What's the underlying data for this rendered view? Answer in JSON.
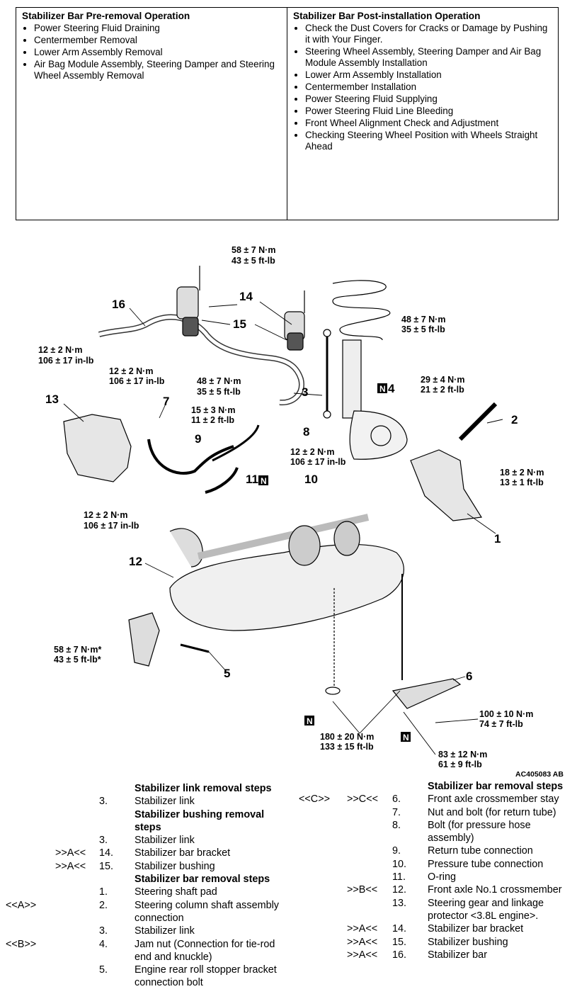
{
  "pre_removal": {
    "title": "Stabilizer Bar Pre-removal Operation",
    "items": [
      "Power Steering Fluid Draining",
      "Centermember Removal",
      "Lower Arm Assembly Removal",
      "Air Bag Module Assembly, Steering Damper and Steering Wheel Assembly Removal"
    ]
  },
  "post_install": {
    "title": "Stabilizer Bar Post-installation Operation",
    "items": [
      "Check the Dust Covers for Cracks or Damage by Pushing it with Your Finger.",
      "Steering Wheel Assembly, Steering Damper and Air Bag Module Assembly Installation",
      "Lower Arm Assembly Installation",
      "Centermember Installation",
      "Power Steering Fluid Supplying",
      "Power Steering Fluid Line Bleeding",
      "Front Wheel Alignment Check and Adjustment",
      "Checking Steering Wheel Position with Wheels Straight Ahead"
    ]
  },
  "diagram": {
    "torques": {
      "t58_top": [
        "58 ± 7 N·m",
        "43 ± 5 ft-lb"
      ],
      "t48_right": [
        "48 ± 7 N·m",
        "35 ± 5 ft-lb"
      ],
      "t12_left": [
        "12 ± 2 N·m",
        "106 ± 17 in-lb"
      ],
      "t12_mid": [
        "12 ± 2 N·m",
        "106 ± 17 in-lb"
      ],
      "t48_mid": [
        "48 ± 7 N·m",
        "35 ± 5 ft-lb"
      ],
      "t29": [
        "29 ± 4 N·m",
        "21 ± 2 ft-lb"
      ],
      "t15": [
        "15 ± 3 N·m",
        "11 ± 2 ft-lb"
      ],
      "t12_8": [
        "12 ± 2 N·m",
        "106 ± 17 in-lb"
      ],
      "t18": [
        "18 ± 2 N·m",
        "13 ± 1 ft-lb"
      ],
      "t12_low": [
        "12 ± 2 N·m",
        "106 ± 17 in-lb"
      ],
      "t58_low": [
        "58 ± 7 N·m*",
        "43 ± 5 ft-lb*"
      ],
      "t100": [
        "100 ± 10 N·m",
        "74 ± 7 ft-lb"
      ],
      "t180": [
        "180 ± 20 N·m",
        "133 ± 15 ft-lb"
      ],
      "t83": [
        "83 ± 12 N·m",
        "61 ± 9 ft-lb"
      ]
    },
    "callouts": [
      "1",
      "2",
      "3",
      "4",
      "5",
      "6",
      "7",
      "8",
      "9",
      "10",
      "11",
      "12",
      "13",
      "14",
      "15",
      "16"
    ],
    "n_mark": "N",
    "code": "AC405083 AB"
  },
  "left_steps": [
    {
      "ref": "",
      "sym": "",
      "num": "",
      "text": "Stabilizer link removal steps",
      "head": true
    },
    {
      "ref": "",
      "sym": "",
      "num": "3.",
      "text": "Stabilizer link"
    },
    {
      "ref": "",
      "sym": "",
      "num": "",
      "text": "Stabilizer bushing removal steps",
      "head": true,
      "tall": true
    },
    {
      "ref": "",
      "sym": "",
      "num": "3.",
      "text": "Stabilizer link"
    },
    {
      "ref": "",
      "sym": ">>A<<",
      "num": "14.",
      "text": "Stabilizer bar bracket"
    },
    {
      "ref": "",
      "sym": ">>A<<",
      "num": "15.",
      "text": "Stabilizer bushing"
    },
    {
      "ref": "",
      "sym": "",
      "num": "",
      "text": "Stabilizer bar removal steps",
      "head": true
    },
    {
      "ref": "",
      "sym": "",
      "num": "1.",
      "text": "Steering shaft pad"
    },
    {
      "ref": "<<A>>",
      "sym": "",
      "num": "2.",
      "text": "Steering column shaft assembly connection",
      "tall": true
    },
    {
      "ref": "",
      "sym": "",
      "num": "3.",
      "text": "Stabilizer link"
    },
    {
      "ref": "<<B>>",
      "sym": "",
      "num": "4.",
      "text": "Jam nut (Connection for tie-rod end and knuckle)",
      "tall": true
    },
    {
      "ref": "",
      "sym": "",
      "num": "5.",
      "text": "Engine rear roll stopper bracket connection bolt",
      "tall": true
    }
  ],
  "right_steps": [
    {
      "ref": "",
      "sym": "",
      "num": "",
      "text": "Stabilizer bar removal steps",
      "head": true
    },
    {
      "ref": "<<C>>",
      "sym": ">>C<<",
      "num": "6.",
      "text": "Front axle crossmember stay"
    },
    {
      "ref": "",
      "sym": "",
      "num": "7.",
      "text": "Nut and bolt (for return tube)"
    },
    {
      "ref": "",
      "sym": "",
      "num": "8.",
      "text": "Bolt (for pressure hose assembly)",
      "tall": true
    },
    {
      "ref": "",
      "sym": "",
      "num": "9.",
      "text": "Return tube connection"
    },
    {
      "ref": "",
      "sym": "",
      "num": "10.",
      "text": "Pressure tube connection"
    },
    {
      "ref": "",
      "sym": "",
      "num": "11.",
      "text": "O-ring"
    },
    {
      "ref": "",
      "sym": ">>B<<",
      "num": "12.",
      "text": "Front axle No.1 crossmember"
    },
    {
      "ref": "",
      "sym": "",
      "num": "13.",
      "text": "Steering gear and linkage protector <3.8L engine>.",
      "tall": true
    },
    {
      "ref": "",
      "sym": ">>A<<",
      "num": "14.",
      "text": "Stabilizer bar bracket"
    },
    {
      "ref": "",
      "sym": ">>A<<",
      "num": "15.",
      "text": "Stabilizer bushing"
    },
    {
      "ref": "",
      "sym": ">>A<<",
      "num": "16.",
      "text": "Stabilizer bar"
    }
  ]
}
